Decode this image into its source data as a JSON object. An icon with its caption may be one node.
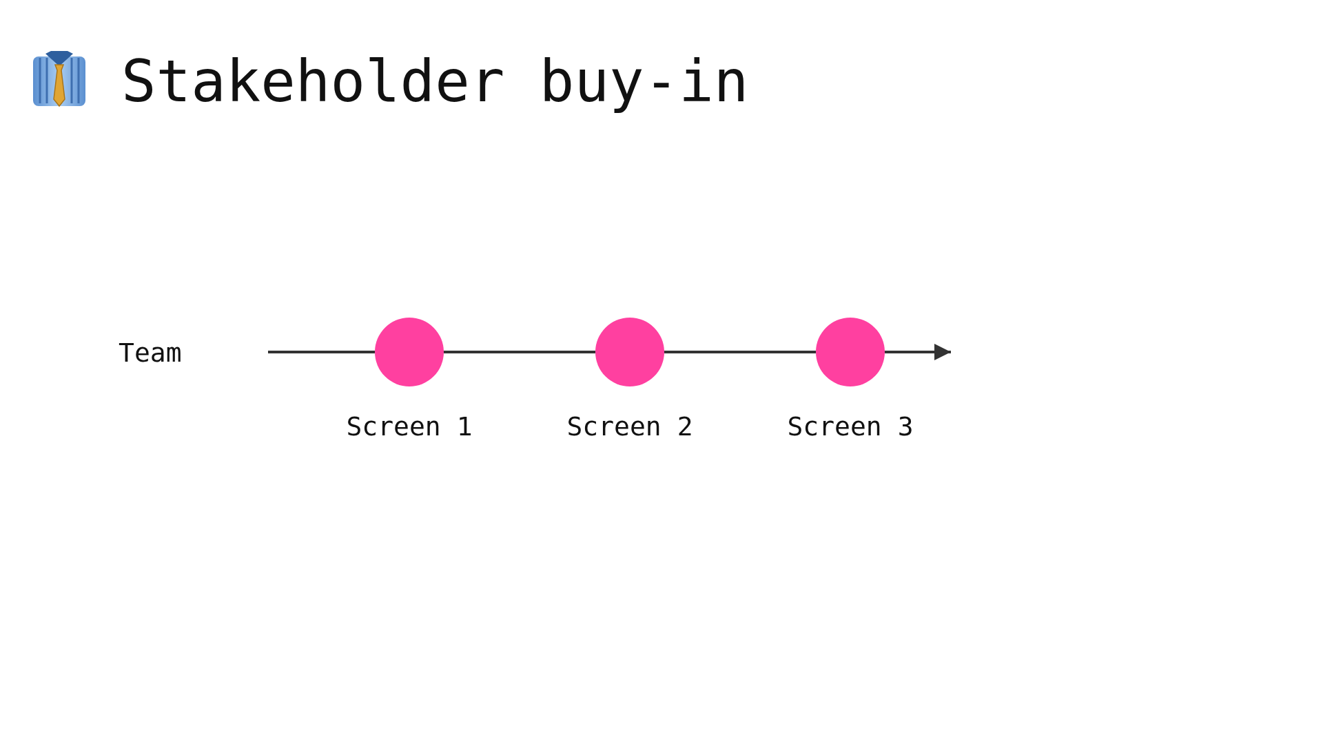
{
  "diagram": {
    "title": "Stakeholder buy-in",
    "nodes": [
      {
        "text": [],
        "shape": "circle",
        "beside": [
          "Screen 1"
        ]
      },
      {
        "text": [],
        "shape": "circle",
        "beside": [
          "Screen 2"
        ]
      },
      {
        "text": [],
        "shape": "circle",
        "beside": [
          "Screen 3"
        ]
      }
    ],
    "edges": [
      {
        "from": null,
        "to": 0,
        "arrow": "none"
      },
      {
        "from": 0,
        "to": 1,
        "arrow": "none"
      },
      {
        "from": 1,
        "to": 2,
        "arrow": "none"
      },
      {
        "from": 2,
        "to": null,
        "arrow": "to"
      }
    ],
    "labels": [
      "Team"
    ]
  }
}
